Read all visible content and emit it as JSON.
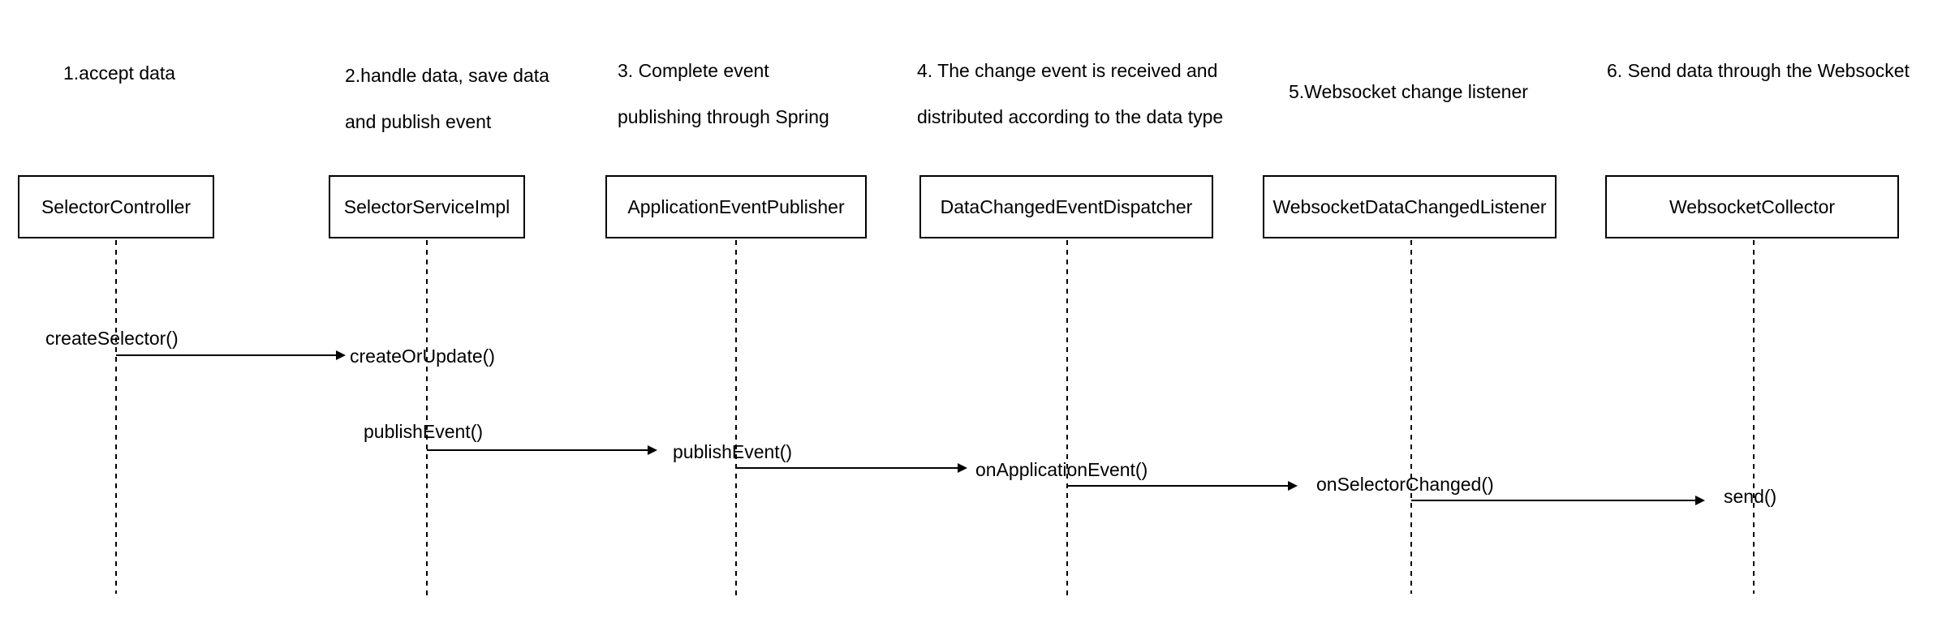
{
  "steps": [
    {
      "id": "step-1",
      "lines": [
        "1.accept data"
      ]
    },
    {
      "id": "step-2",
      "lines": [
        "2.handle data, save data",
        "and publish event"
      ]
    },
    {
      "id": "step-3",
      "lines": [
        "3. Complete event",
        "publishing through Spring"
      ]
    },
    {
      "id": "step-4",
      "lines": [
        "4. The change event is received and",
        "distributed according to the data type"
      ]
    },
    {
      "id": "step-5",
      "lines": [
        "5.Websocket change listener"
      ]
    },
    {
      "id": "step-6",
      "lines": [
        "6. Send data through the Websocket"
      ]
    }
  ],
  "participants": [
    {
      "id": "selector-controller",
      "label": "SelectorController"
    },
    {
      "id": "selector-service-impl",
      "label": "SelectorServiceImpl"
    },
    {
      "id": "application-event-publisher",
      "label": "ApplicationEventPublisher"
    },
    {
      "id": "data-changed-event-dispatcher",
      "label": "DataChangedEventDispatcher"
    },
    {
      "id": "websocket-data-changed-listener",
      "label": "WebsocketDataChangedListener"
    },
    {
      "id": "websocket-collector",
      "label": "WebsocketCollector"
    }
  ],
  "messages": [
    {
      "from_label": "createSelector()",
      "to_label": "createOrUpdate()"
    },
    {
      "from_label": "publishEvent()",
      "to_label": "publishEvent()"
    },
    {
      "from_label": "onApplicationEvent()"
    },
    {
      "from_label": "onSelectorChanged()",
      "to_label": "send()"
    }
  ],
  "colors": {
    "line": "#000000",
    "background": "#ffffff"
  }
}
